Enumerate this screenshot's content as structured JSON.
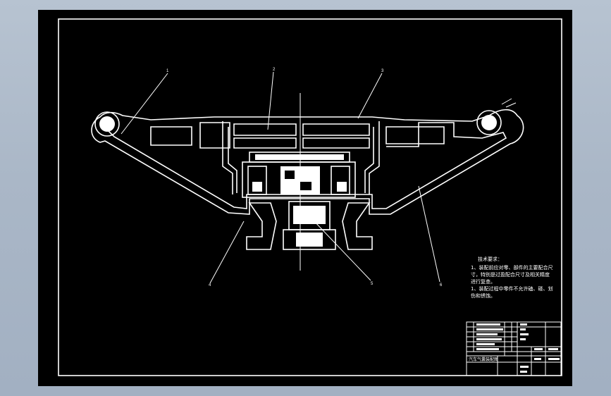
{
  "drawing": {
    "part_labels": [
      "1",
      "2",
      "3",
      "4",
      "5",
      "6"
    ],
    "tech_requirements": {
      "title": "技术要求：",
      "lines": [
        "1、装配前应对零、部件的主要配合尺",
        "寸，特别是过盈配合尺寸及相关精度",
        "进行复查。",
        "1、装配过程中零件不允许磕、碰、划",
        "伤和锈蚀。"
      ]
    },
    "title_block": {
      "product_name": "汽车气囊装配图"
    }
  },
  "colors": {
    "background": "#a9b6c6",
    "sheet": "#000000",
    "line": "#ffffff"
  }
}
